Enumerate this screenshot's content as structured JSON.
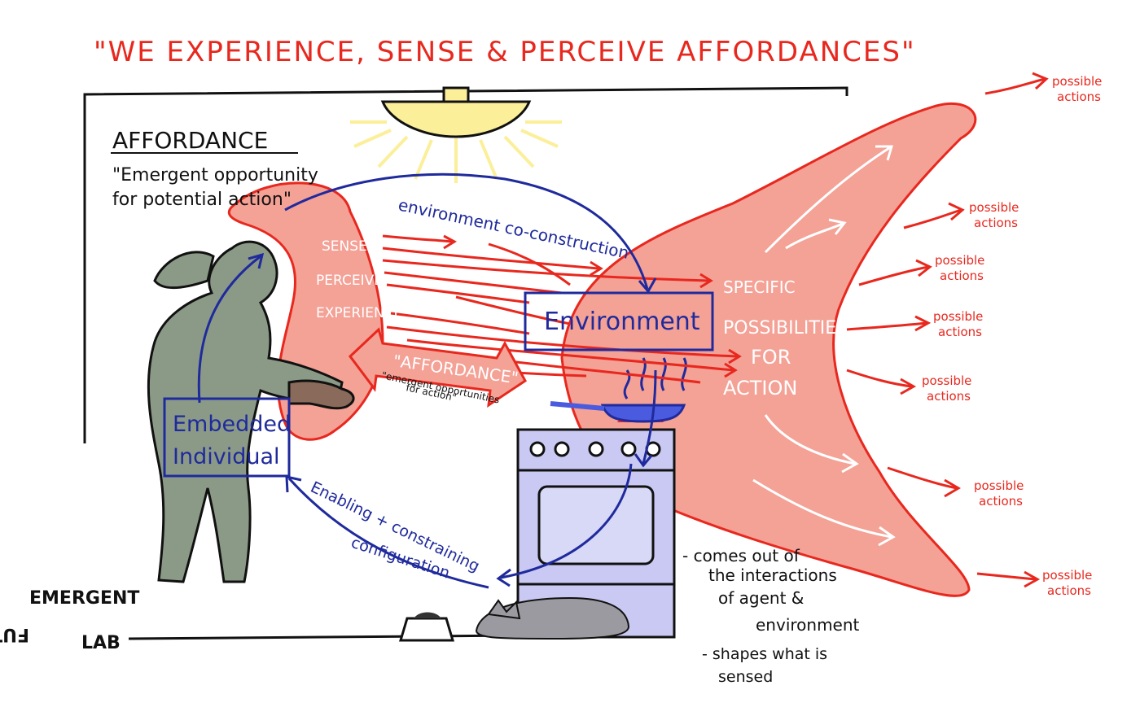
{
  "title": "\"WE EXPERIENCE, SENSE & PERCEIVE AFFORDANCES\"",
  "affordance_heading": "AFFORDANCE",
  "definition": [
    "\"Emergent opportunity",
    "for potential action\""
  ],
  "sense_words": [
    "SENSE",
    "PERCEIVE",
    "EXPERIENCE"
  ],
  "affordance_arrow": {
    "label": "\"AFFORDANCE\"",
    "sublabel": [
      "\"emergent opportunities",
      "for action\""
    ]
  },
  "environment_box": "Environment",
  "environment_coconstruction": "environment co-construction",
  "embedded_individual": [
    "Embedded",
    "Individual"
  ],
  "enabling_label": [
    "Enabling + constraining",
    "configuration"
  ],
  "specific_possibilities": [
    "SPECIFIC",
    "POSSIBILITIES",
    "FOR",
    "ACTION"
  ],
  "possible_actions": [
    [
      "possible",
      "actions"
    ],
    [
      "possible",
      "actions"
    ],
    [
      "possible",
      "actions"
    ],
    [
      "possible",
      "actions"
    ],
    [
      "possible",
      "actions"
    ],
    [
      "possible",
      "actions"
    ],
    [
      "possible",
      "actions"
    ]
  ],
  "notes": [
    [
      "- comes out of",
      "the interactions",
      "of agent &",
      "environment"
    ],
    [
      "- shapes what is",
      "sensed"
    ]
  ],
  "logo": [
    "EMERGENT",
    "FUTURES",
    "LAB"
  ],
  "colors": {
    "title_red": "#e8281e",
    "blob_pink": "#f4a196",
    "outline_red": "#e8281e",
    "ink_blue": "#1f2a9c",
    "figure_green": "#8b9a87",
    "stove_lavender": "#c9c9f3",
    "lamp_yellow": "#fbef9a"
  },
  "icons": [
    "lamp-icon",
    "person-figure",
    "stove-icon",
    "frying-pan-icon",
    "cat-icon",
    "food-bowl-icon"
  ]
}
